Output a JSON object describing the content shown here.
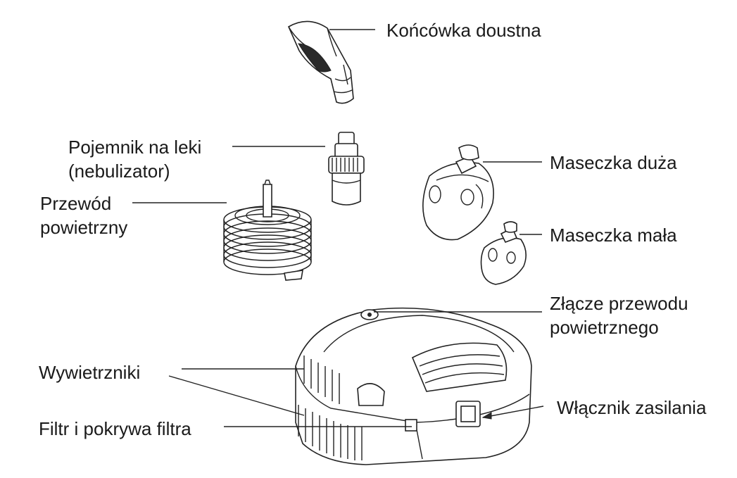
{
  "labels": {
    "mouthpiece": "Końcówka doustna",
    "medicine_cup_line1": "Pojemnik na leki",
    "medicine_cup_line2": "(nebulizator)",
    "air_tube_line1": "Przewód",
    "air_tube_line2": "powietrzny",
    "mask_large": "Maseczka duża",
    "mask_small": "Maseczka mała",
    "connector_line1": "Złącze przewodu",
    "connector_line2": "powietrznego",
    "vents": "Wywietrzniki",
    "power_switch": "Włącznik zasilania",
    "filter": "Filtr i pokrywa filtra"
  },
  "colors": {
    "line": "#222222",
    "background": "#ffffff"
  }
}
